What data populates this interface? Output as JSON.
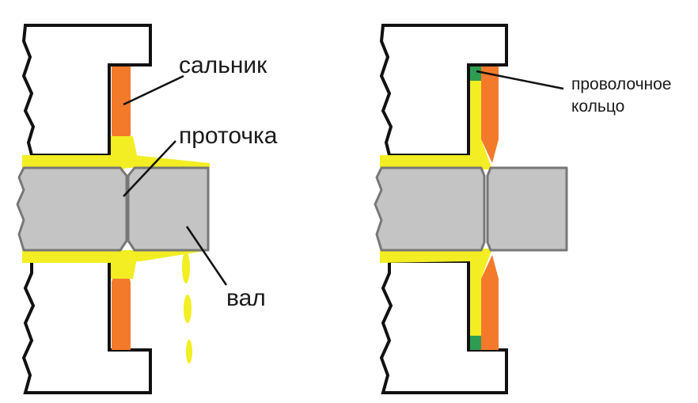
{
  "labels": {
    "seal": "сальник",
    "groove": "проточка",
    "shaft": "вал",
    "wire_ring_line1": "проволочное",
    "wire_ring_line2": "кольцо"
  },
  "colors": {
    "housing_outline": "#111111",
    "seal": "#f47a2b",
    "lubricant": "#f2ee23",
    "shaft_fill": "#c4c4c4",
    "shaft_outline": "#777777",
    "wire_ring": "#2e9d52",
    "leader_line": "#111111"
  }
}
